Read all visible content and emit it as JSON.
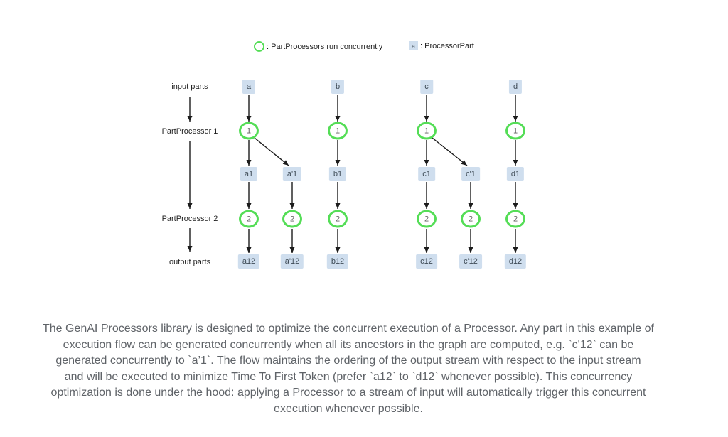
{
  "legend": {
    "concurrent_label": ": PartProcessors run concurrently",
    "part_symbol": "a",
    "part_label": ": ProcessorPart"
  },
  "row_labels": {
    "input": "input parts",
    "processor1": "PartProcessor 1",
    "processor2": "PartProcessor 2",
    "output": "output parts"
  },
  "diagram": {
    "inputs": {
      "a": "a",
      "b": "b",
      "c": "c",
      "d": "d"
    },
    "stage1": {
      "a": "1",
      "b": "1",
      "c": "1",
      "d": "1"
    },
    "mid": {
      "a1": "a1",
      "a_1": "a'1",
      "b1": "b1",
      "c1": "c1",
      "c_1": "c'1",
      "d1": "d1"
    },
    "stage2": {
      "a": "2",
      "a_": "2",
      "b": "2",
      "c": "2",
      "c_": "2",
      "d": "2"
    },
    "outputs": {
      "a12": "a12",
      "a_12": "a'12",
      "b12": "b12",
      "c12": "c12",
      "c_12": "c'12",
      "d12": "d12"
    }
  },
  "colors": {
    "box_fill": "#cfdeee",
    "circle_stroke": "#54dd56",
    "arrow": "#1c1c1c",
    "box_text": "#3f4c57",
    "paragraph_text": "#5f6368"
  },
  "paragraph": {
    "lines": [
      "The GenAI Processors library is designed to optimize the concurrent execution of a Processor. Any part in this example of",
      "execution flow can be generated concurrently when all its ancestors in the graph are computed, e.g. `c'12` can be",
      "generated concurrently to `a’1`. The flow maintains the ordering of the output stream with respect to the input stream",
      "and will be executed to minimize Time To First Token (prefer `a12` to `d12` whenever possible). This concurrency",
      "optimization is done under the hood: applying a Processor to a stream of input will automatically trigger this concurrent",
      "execution whenever possible."
    ]
  }
}
